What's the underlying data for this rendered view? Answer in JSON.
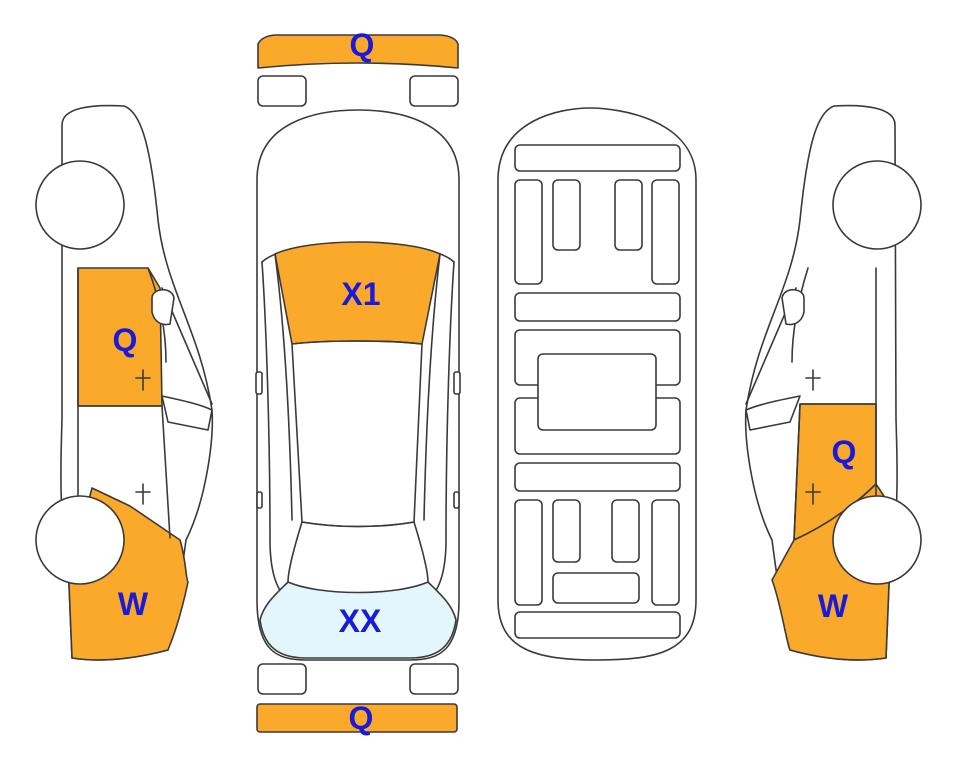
{
  "colors": {
    "damage": "#fba92a",
    "glass": "#e3f6fc",
    "outline": "#3a3a3a",
    "label": "#1a1ad9"
  },
  "labels": {
    "front_bumper": "Q",
    "rear_bumper": "Q",
    "windshield": "X1",
    "rear_window": "XX",
    "left_rear_door": "Q",
    "left_rear_quarter": "W",
    "right_rear_door": "Q",
    "right_rear_quarter": "W"
  }
}
